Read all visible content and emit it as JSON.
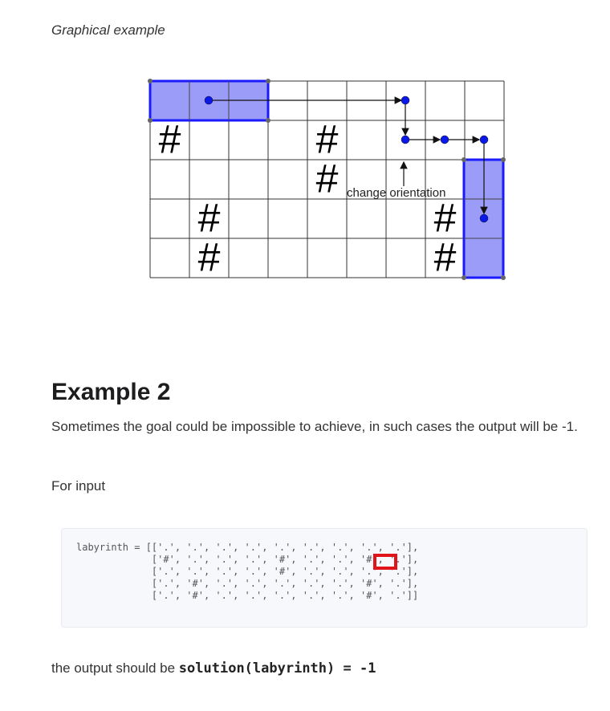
{
  "figure": {
    "caption": "Graphical example",
    "annotation": "change orientation",
    "grid": {
      "rows": 5,
      "cols": 9
    },
    "wall_symbol": "#",
    "walls": [
      [
        1,
        0
      ],
      [
        1,
        4
      ],
      [
        2,
        4
      ],
      [
        3,
        1
      ],
      [
        4,
        1
      ],
      [
        3,
        7
      ],
      [
        4,
        7
      ]
    ],
    "colors": {
      "block_fill": "#9a9cf7",
      "block_border": "#1a1aff",
      "dot": "#0a18e8"
    }
  },
  "section": {
    "heading": "Example 2",
    "description": "Sometimes the goal could be impossible to achieve, in such cases the output will be -1.",
    "for_input": "For input"
  },
  "code": {
    "lines": [
      "labyrinth = [['.', '.', '.', '.', '.', '.', '.', '.', '.'],",
      "             ['#', '.', '.', '.', '#', '.', '.', '#', '.'],",
      "             ['.', '.', '.', '.', '#', '.', '.', '.', '.'],",
      "             ['.', '#', '.', '.', '.', '.', '.', '#', '.'],",
      "             ['.', '#', '.', '.', '.', '.', '.', '#', '.']]"
    ],
    "highlight_color": "#e0151c"
  },
  "output": {
    "prefix": "the output should be ",
    "expression": "solution(labyrinth) = -1"
  }
}
